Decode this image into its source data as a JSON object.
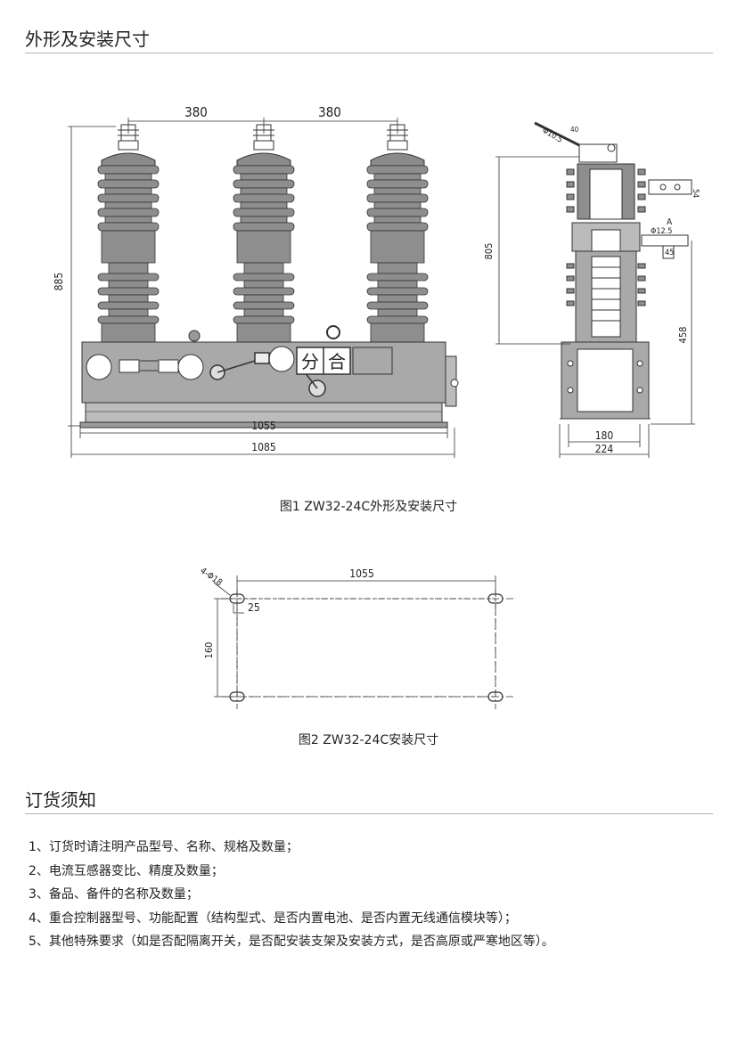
{
  "section1": {
    "title": "外形及安装尺寸"
  },
  "figure1": {
    "caption": "图1  ZW32-24C外形及安装尺寸",
    "dims": {
      "pole_spacing_1": "380",
      "pole_spacing_2": "380",
      "height": "885",
      "base_inner": "1055",
      "base_outer": "1085",
      "side_height": "805",
      "side_lower": "458",
      "side_base_inner": "180",
      "side_base_outer": "224",
      "side_hole": "Φ10.5",
      "side_hole_2": "Φ12.5",
      "side_label_a": "A",
      "side_val_54": "54",
      "side_val_40": "40",
      "side_val_45": "45"
    },
    "panel_labels": {
      "open": "分",
      "close": "合"
    }
  },
  "figure2": {
    "caption": "图2  ZW32-24C安装尺寸",
    "dims": {
      "width": "1055",
      "height": "160",
      "offset": "25",
      "slot": "4-Φ18"
    }
  },
  "section2": {
    "title": "订货须知"
  },
  "notes": [
    "1、订货时请注明产品型号、名称、规格及数量；",
    "2、电流互感器变比、精度及数量；",
    "3、备品、备件的名称及数量；",
    "4、重合控制器型号、功能配置（结构型式、是否内置电池、是否内置无线通信模块等）；",
    "5、其他特殊要求（如是否配隔离开关，是否配安装支架及安装方式，是否高原或严寒地区等）。"
  ]
}
